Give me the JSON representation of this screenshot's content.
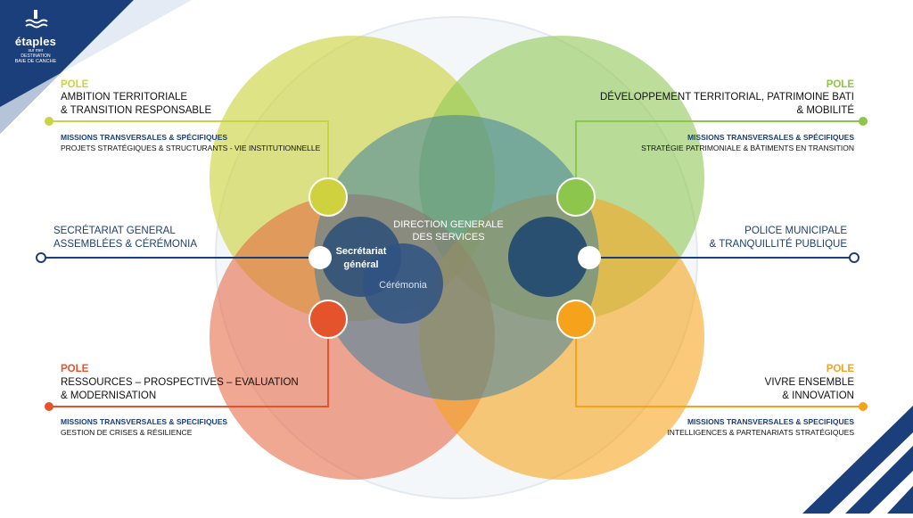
{
  "logo": {
    "brand": "étaples",
    "sub": "sur mer",
    "sub2": "BAIE DE CANCHE",
    "sub_small": "DESTINATION"
  },
  "colors": {
    "navy": "#1b3f7a",
    "yellow_green": "#c9d346",
    "green": "#8cc64d",
    "red": "#e4532b",
    "orange": "#f7a21b",
    "dark_blue_circle": "#2b5178",
    "teal_circle": "#5f9996"
  },
  "center": {
    "direction": [
      "DIRECTION GENERALE",
      "DES SERVICES"
    ],
    "secretariat": [
      "Secrétariat",
      "général"
    ],
    "ceremonia": "Cérémonia"
  },
  "top_left": {
    "pole": "POLE",
    "title_line1": "AMBITION TERRITORIALE",
    "title_line2": "& TRANSITION RESPONSABLE",
    "missions_header": "MISSIONS TRANSVERSALES & SPÉCIFIQUES",
    "missions_text": "PROJETS STRATÉGIQUES & STRUCTURANTS  - VIE INSTITUTIONNELLE"
  },
  "top_right": {
    "pole": "POLE",
    "title_line1": "DÉVELOPPEMENT TERRITORIAL, PATRIMOINE BATI",
    "title_line2": "& MOBILITÉ",
    "missions_header": "MISSIONS TRANSVERSALES & SPÉCIFIQUES",
    "missions_text": "STRATÉGIE PATRIMONIALE & BÂTIMENTS EN TRANSITION"
  },
  "mid_left": {
    "line1": "SECRÉTARIAT GENERAL",
    "line2": "ASSEMBLÉES & CÉRÉMONIA"
  },
  "mid_right": {
    "line1": "POLICE MUNICIPALE",
    "line2": "& TRANQUILLITÉ PUBLIQUE"
  },
  "bottom_left": {
    "pole": "POLE",
    "title_line1": "RESSOURCES – PROSPECTIVES – EVALUATION",
    "title_line2": "& MODERNISATION",
    "missions_header": "MISSIONS TRANSVERSALES & SPECIFIQUES",
    "missions_text": "GESTION DE CRISES & RÉSILIENCE"
  },
  "bottom_right": {
    "pole": "POLE",
    "title_line1": "VIVRE ENSEMBLE",
    "title_line2": "& INNOVATION",
    "missions_header": "MISSIONS TRANSVERSALES & SPECIFIQUES",
    "missions_text": "INTELLIGENCES & PARTENARIATS STRATÉGIQUES"
  }
}
